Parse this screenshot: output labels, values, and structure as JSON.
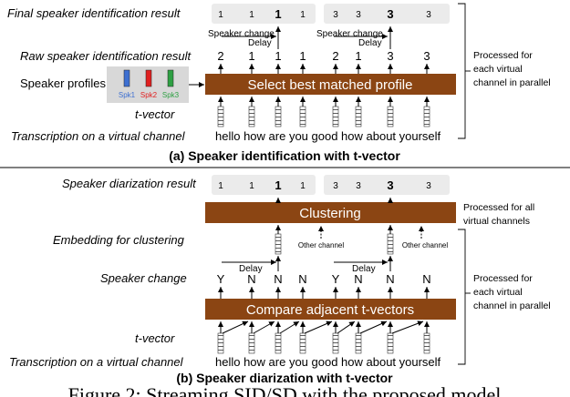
{
  "panel_a": {
    "row_labels": {
      "final": "Final speaker identification result",
      "raw": "Raw speaker identification result",
      "profiles": "Speaker profiles",
      "tvector": "t-vector",
      "transcription": "Transcription on a virtual channel"
    },
    "final_values": [
      "1",
      "1",
      "1",
      "1",
      "3",
      "3",
      "3",
      "3"
    ],
    "raw_values": [
      "2",
      "1",
      "1",
      "1",
      "2",
      "1",
      "3",
      "3"
    ],
    "speaker_change": "Speaker change",
    "delay": "Delay",
    "box_label": "Select best matched profile",
    "profiles": [
      {
        "label": "Spk1",
        "color": "#3d6fd1"
      },
      {
        "label": "Spk2",
        "color": "#e02020"
      },
      {
        "label": "Spk3",
        "color": "#2ea043"
      }
    ],
    "transcription_words": "hello how are you  good how about yourself",
    "side_note": [
      "Processed for",
      "each virtual",
      "channel in parallel"
    ],
    "caption": "(a) Speaker identification with t-vector"
  },
  "panel_b": {
    "row_labels": {
      "diarization": "Speaker diarization result",
      "embedding": "Embedding for clustering",
      "change": "Speaker change",
      "tvector": "t-vector",
      "transcription": "Transcription on a virtual channel"
    },
    "diar_values": [
      "1",
      "1",
      "1",
      "1",
      "3",
      "3",
      "3",
      "3"
    ],
    "change_values": [
      "Y",
      "N",
      "N",
      "N",
      "Y",
      "N",
      "N",
      "N"
    ],
    "delay": "Delay",
    "other_channel": "Other channel",
    "cluster_label": "Clustering",
    "compare_label": "Compare adjacent t-vectors",
    "transcription_words": "hello how are you  good how about yourself",
    "side_note_top": [
      "Processed for all",
      "virtual channels"
    ],
    "side_note_bottom": [
      "Processed for",
      "each virtual",
      "channel in parallel"
    ],
    "caption": "(b) Speaker diarization with t-vector"
  },
  "figure_caption": "Figure 2: Streaming SID/SD with the proposed model",
  "colors": {
    "box": "#8b4513",
    "result_bg": "#ebebeb",
    "profile_bg": "#d8d8d8"
  }
}
